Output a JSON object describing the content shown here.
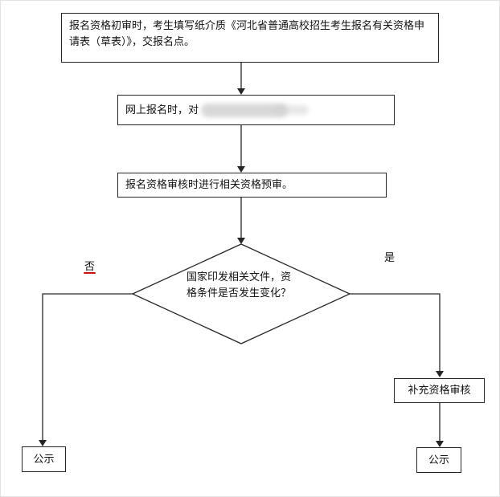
{
  "flowchart": {
    "step1": "报名资格初审时，考生填写纸介质《河北省普通高校招生考生报名有关资格申请表（草表）》，交报名点。",
    "step2_prefix": "网上报名时，对",
    "step3": "报名资格审核时进行相关资格预审。",
    "decision": "国家印发相关文件，资格条件是否发生变化？",
    "branch_no": "否",
    "branch_yes": "是",
    "supplement": "补充资格审核",
    "publish_left": "公示",
    "publish_right": "公示",
    "colors": {
      "line": "#262626",
      "mark_red": "#cc1111"
    }
  }
}
